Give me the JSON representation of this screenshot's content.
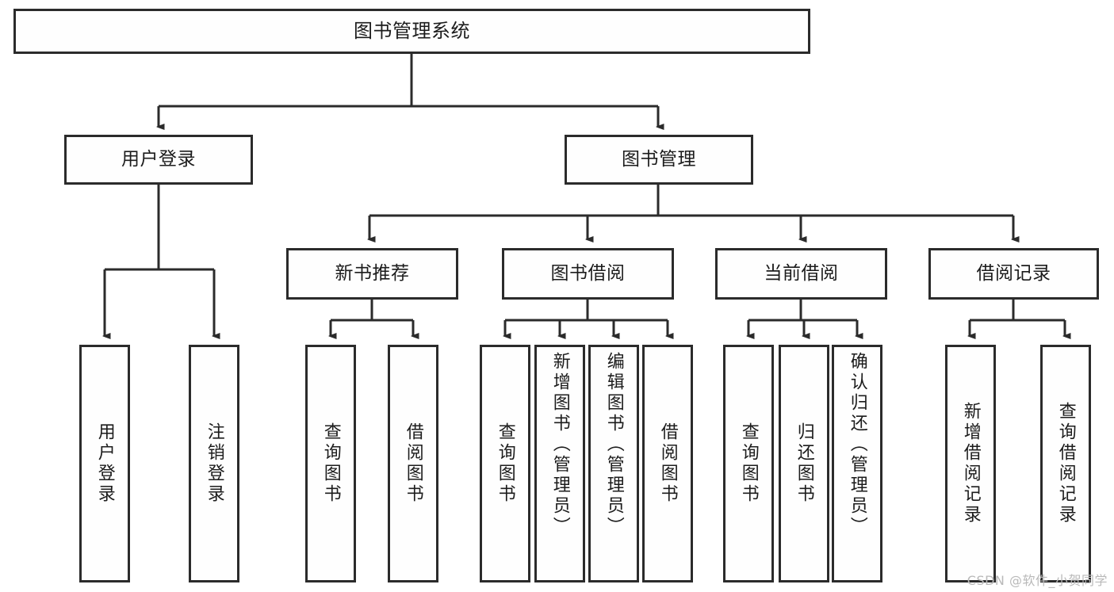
{
  "diagram": {
    "title": "图书管理系统",
    "type": "tree-hierarchy-diagram",
    "colors": {
      "background": "#ffffff",
      "box_fill": "#fefefe",
      "box_stroke": "#2b2b2b",
      "text": "#1c1c1c",
      "watermark": "#b9b9b9"
    },
    "root": {
      "label": "图书管理系统"
    },
    "level2": [
      {
        "label": "用户登录"
      },
      {
        "label": "图书管理"
      }
    ],
    "level3": [
      {
        "label": "新书推荐"
      },
      {
        "label": "图书借阅"
      },
      {
        "label": "当前借阅"
      },
      {
        "label": "借阅记录"
      }
    ],
    "leaves": {
      "user_login": [
        {
          "label": "用户登录"
        },
        {
          "label": "注销登录"
        }
      ],
      "new_book_recommend": [
        {
          "label": "查询图书"
        },
        {
          "label": "借阅图书"
        }
      ],
      "book_borrow": [
        {
          "label": "查询图书"
        },
        {
          "label": "新增图书（管理员）"
        },
        {
          "label": "编辑图书（管理员）"
        },
        {
          "label": "借阅图书"
        }
      ],
      "current_borrow": [
        {
          "label": "查询图书"
        },
        {
          "label": "归还图书"
        },
        {
          "label": "确认归还（管理员）"
        }
      ],
      "borrow_record": [
        {
          "label": "新增借阅记录"
        },
        {
          "label": "查询借阅记录"
        }
      ]
    },
    "watermark": "CSDN @软件_小贺同学"
  }
}
